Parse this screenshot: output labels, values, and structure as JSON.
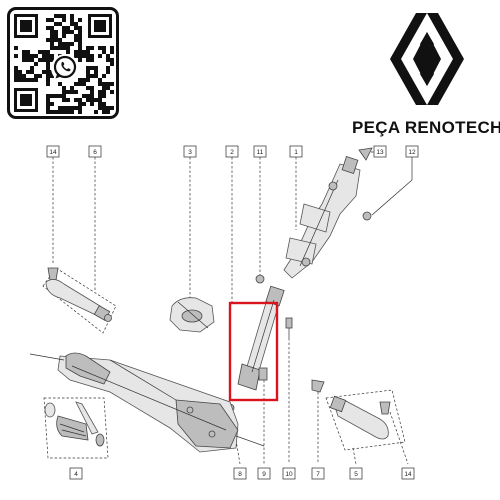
{
  "brand": {
    "name": "PEÇA RENOTECH"
  },
  "colors": {
    "highlight": "#d9141e",
    "line": "#333333",
    "part_fill": "#e6e6e6",
    "part_stroke": "#555555"
  },
  "icons": {
    "qr": "whatsapp-qr-code",
    "chat": "whatsapp-icon",
    "logo": "renault-diamond-logo"
  },
  "callouts": [
    {
      "num": "14"
    },
    {
      "num": "6"
    },
    {
      "num": "3"
    },
    {
      "num": "2"
    },
    {
      "num": "11"
    },
    {
      "num": "1"
    },
    {
      "num": "13"
    },
    {
      "num": "12"
    },
    {
      "num": "4"
    },
    {
      "num": "8"
    },
    {
      "num": "9"
    },
    {
      "num": "10"
    },
    {
      "num": "7"
    },
    {
      "num": "5"
    },
    {
      "num": "14"
    }
  ]
}
